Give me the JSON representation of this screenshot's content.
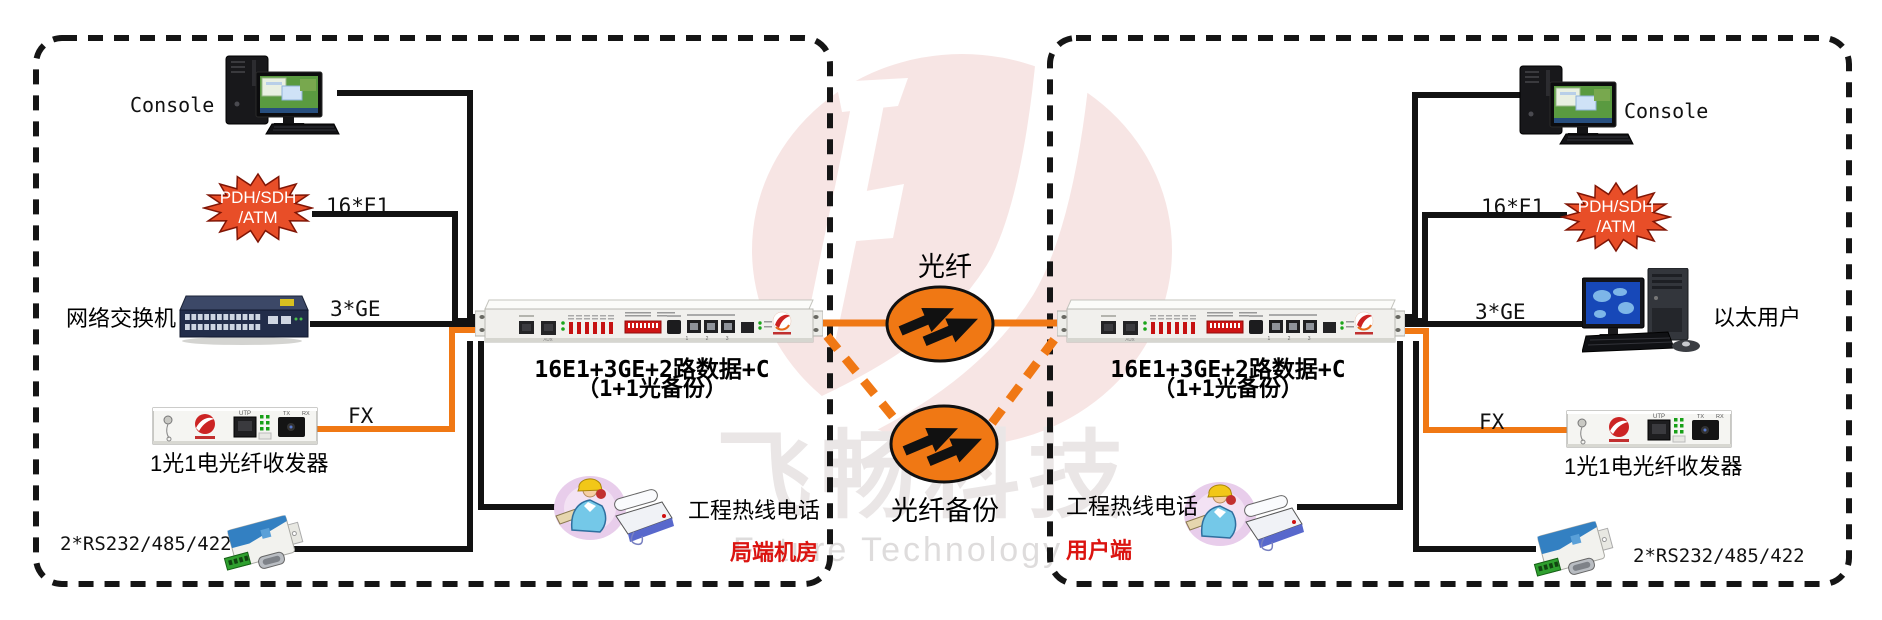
{
  "watermark": {
    "brand_cn": "飞畅科技",
    "brand_en": "Future Technology"
  },
  "center": {
    "fiber_label": "光纤",
    "fiber_backup_label": "光纤备份"
  },
  "burst": {
    "line1": "PDH/SDH",
    "line2": "/ATM"
  },
  "device_detail": {
    "aux": "AUX",
    "lan_ports": "1  2  3",
    "utp": "UTP",
    "tx": "TX",
    "rx": "RX"
  },
  "left": {
    "console": "Console",
    "e1": "16*E1",
    "switch": "网络交换机",
    "ge": "3*GE",
    "fx": "FX",
    "converter": "1光1电光纤收发器",
    "serial": "2*RS232/485/422",
    "rack_line1": "16E1+3GE+2路数据+C",
    "rack_line2": "（1+1光备份）",
    "hotline": "工程热线电话",
    "site": "局端机房"
  },
  "right": {
    "console": "Console",
    "e1": "16*E1",
    "ge": "3*GE",
    "eth_user": "以太用户",
    "fx": "FX",
    "converter": "1光1电光纤收发器",
    "serial": "2*RS232/485/422",
    "rack_line1": "16E1+3GE+2路数据+C",
    "rack_line2": "（1+1光备份）",
    "hotline": "工程热线电话",
    "site": "用户端"
  },
  "colors": {
    "orange": "#F07814",
    "burst_red": "#E84E28",
    "site_red": "#DB1410"
  }
}
